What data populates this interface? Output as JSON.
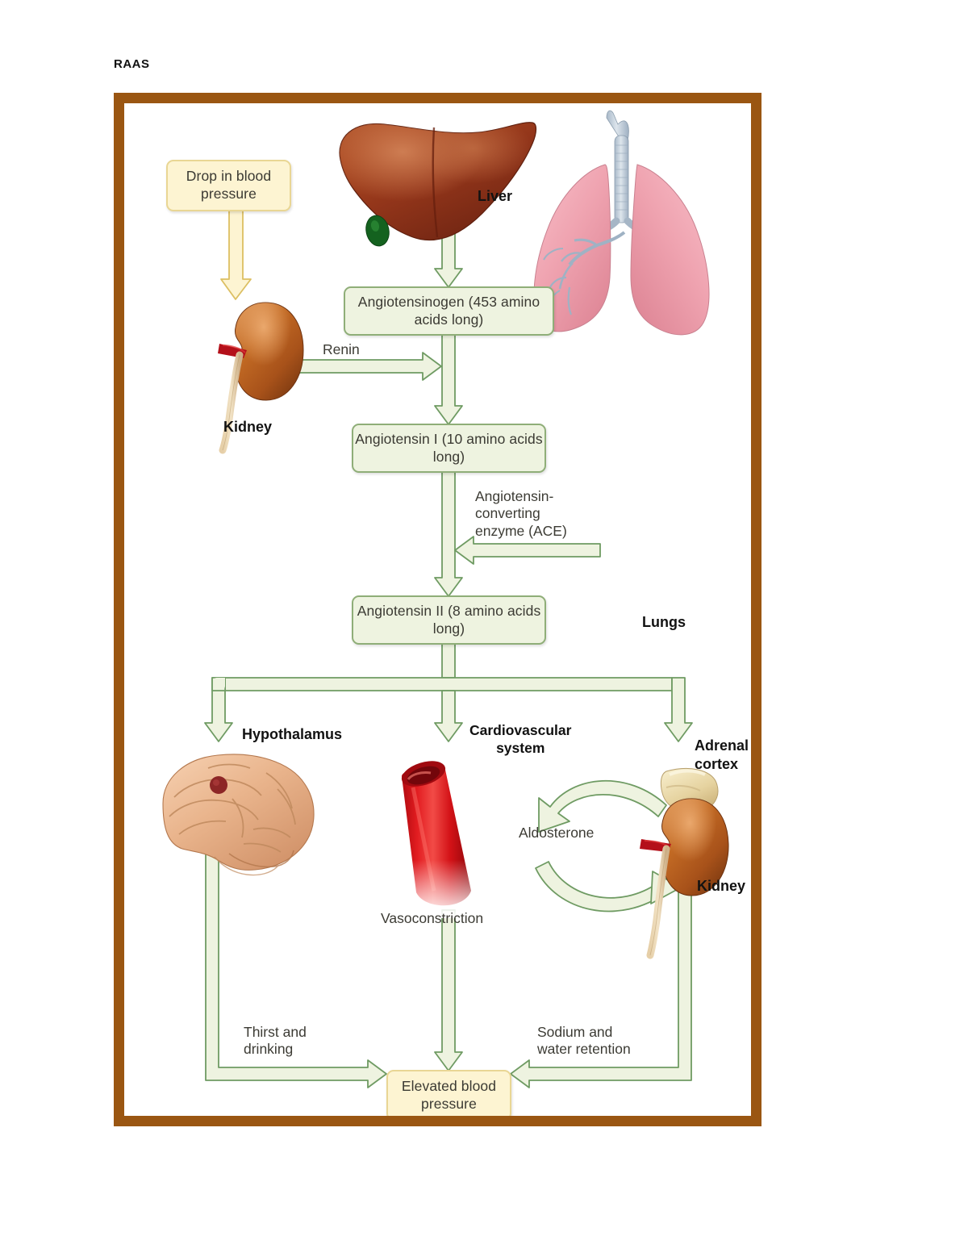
{
  "page": {
    "title": "RAAS"
  },
  "frame": {
    "border_color": "#9a5612"
  },
  "palette": {
    "green_box_fill": "#eef3e0",
    "green_box_border": "#8fae78",
    "yellow_box_fill": "#fdf4d2",
    "yellow_box_border": "#e9d694",
    "arrow_fill": "#eef3e0",
    "arrow_stroke": "#6f9b63",
    "yellow_arrow_fill": "#fdf4d2",
    "yellow_arrow_stroke": "#e0c35f",
    "liver_color": "#9b3c1c",
    "kidney_color": "#b5601f",
    "lung_color": "#efa8b4",
    "brain_color": "#e8b089",
    "vessel_color": "#d81015",
    "adrenal_color": "#ece0b6",
    "gallbladder_color": "#15631f"
  },
  "boxes": [
    {
      "id": "drop-in-blood-pressure",
      "label": "Drop in blood\npressure",
      "style": "yellow"
    },
    {
      "id": "angiotensinogen",
      "label": "Angiotensinogen\n(453 amino acids long)",
      "style": "green"
    },
    {
      "id": "angiotensin-i",
      "label": "Angiotensin I\n(10 amino acids long)",
      "style": "green"
    },
    {
      "id": "angiotensin-ii",
      "label": "Angiotensin II\n(8 amino acids long)",
      "style": "green"
    },
    {
      "id": "elevated-blood-pressure",
      "label": "Elevated blood\npressure",
      "style": "yellow"
    }
  ],
  "flow_labels": [
    {
      "id": "renin",
      "label": "Renin"
    },
    {
      "id": "ace",
      "label": "Angiotensin-\nconverting\nenzyme (ACE)"
    },
    {
      "id": "cardiovascular-system",
      "label": "Cardiovascular\nsystem"
    },
    {
      "id": "aldosterone",
      "label": "Aldosterone"
    },
    {
      "id": "vasoconstriction",
      "label": "Vasoconstriction"
    },
    {
      "id": "thirst-and-drinking",
      "label": "Thirst  and\ndrinking"
    },
    {
      "id": "sodium-and-water-retention",
      "label": "Sodium and\nwater retention"
    }
  ],
  "organ_labels": [
    {
      "id": "liver",
      "label": "Liver"
    },
    {
      "id": "kidney-top",
      "label": "Kidney"
    },
    {
      "id": "lungs",
      "label": "Lungs"
    },
    {
      "id": "hypothalamus",
      "label": "Hypothalamus"
    },
    {
      "id": "adrenal-cortex",
      "label": "Adrenal\ncortex"
    },
    {
      "id": "kidney-bottom",
      "label": "Kidney"
    }
  ],
  "chart_data": {
    "type": "diagram",
    "title": "RAAS",
    "description": "Renin-Angiotensin-Aldosterone System flow diagram",
    "nodes": [
      "Drop in blood pressure",
      "Liver",
      "Angiotensinogen (453 amino acids long)",
      "Kidney",
      "Angiotensin I (10 amino acids long)",
      "Lungs",
      "Angiotensin II (8 amino acids long)",
      "Hypothalamus",
      "Cardiovascular system",
      "Adrenal cortex",
      "Kidney",
      "Elevated blood pressure"
    ],
    "edges": [
      {
        "from": "Drop in blood pressure",
        "to": "Kidney",
        "label": ""
      },
      {
        "from": "Liver",
        "to": "Angiotensinogen (453 amino acids long)",
        "label": ""
      },
      {
        "from": "Kidney",
        "to": "Angiotensinogen (453 amino acids long)",
        "label": "Renin"
      },
      {
        "from": "Angiotensinogen (453 amino acids long)",
        "to": "Angiotensin I (10 amino acids long)",
        "label": ""
      },
      {
        "from": "Lungs",
        "to": "Angiotensin I (10 amino acids long)",
        "label": "Angiotensin-converting enzyme (ACE)"
      },
      {
        "from": "Angiotensin I (10 amino acids long)",
        "to": "Angiotensin II (8 amino acids long)",
        "label": ""
      },
      {
        "from": "Angiotensin II (8 amino acids long)",
        "to": "Hypothalamus",
        "label": ""
      },
      {
        "from": "Angiotensin II (8 amino acids long)",
        "to": "Cardiovascular system",
        "label": ""
      },
      {
        "from": "Angiotensin II (8 amino acids long)",
        "to": "Adrenal cortex",
        "label": ""
      },
      {
        "from": "Adrenal cortex",
        "to": "Kidney",
        "label": "Aldosterone"
      },
      {
        "from": "Hypothalamus",
        "to": "Elevated blood pressure",
        "label": "Thirst and drinking"
      },
      {
        "from": "Cardiovascular system",
        "to": "Elevated blood pressure",
        "label": "Vasoconstriction"
      },
      {
        "from": "Kidney",
        "to": "Elevated blood pressure",
        "label": "Sodium and water retention"
      }
    ]
  }
}
